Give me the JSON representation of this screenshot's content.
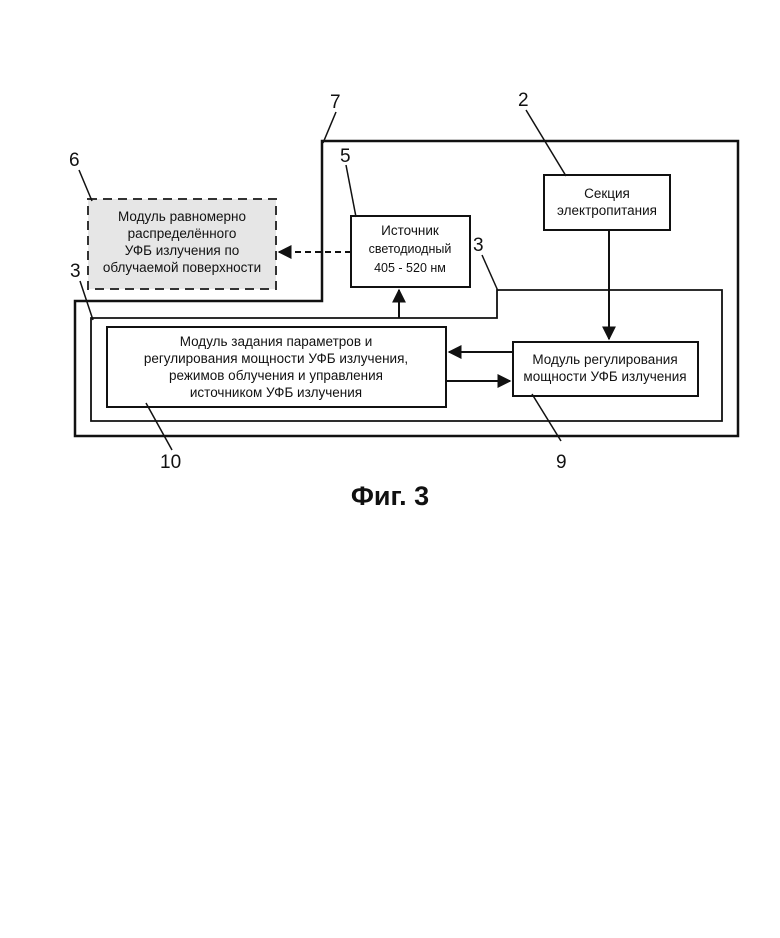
{
  "labels": {
    "n2": "2",
    "n3a": "3",
    "n3b": "3",
    "n5": "5",
    "n6": "6",
    "n7": "7",
    "n9": "9",
    "n10": "10"
  },
  "blocks": {
    "power_section": [
      "Секция",
      "электропитания"
    ],
    "led_source": [
      "Источник",
      "светодиодный",
      "405 - 520 нм"
    ],
    "uniform_module": [
      "Модуль равномерно",
      "распределённого",
      "УФБ излучения по",
      "облучаемой поверхности"
    ],
    "control_module": [
      "Модуль задания параметров и",
      "регулирования мощности УФБ излучения,",
      "режимов облучения и управления",
      "источником УФБ излучения"
    ],
    "power_regulation_module": [
      "Модуль регулирования",
      "мощности УФБ излучения"
    ]
  },
  "caption": "Фиг. 3"
}
